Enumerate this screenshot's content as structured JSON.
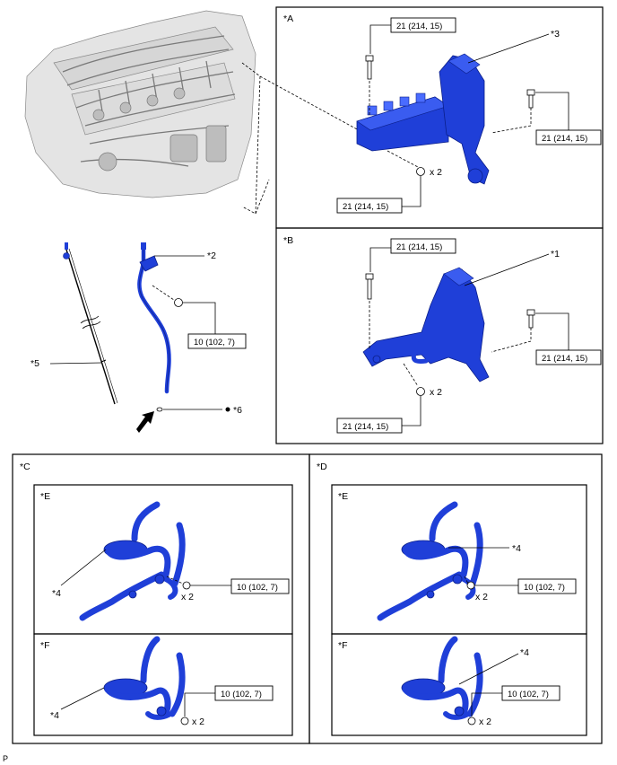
{
  "torque_21": "21 (214, 15)",
  "torque_10": "10 (102, 7)",
  "qty_x2": "x 2",
  "panels": {
    "A": "*A",
    "B": "*B",
    "C": "*C",
    "D": "*D",
    "E": "*E",
    "F": "*F"
  },
  "callouts": {
    "c1": "*1",
    "c2": "*2",
    "c3": "*3",
    "c4": "*4",
    "c5": "*5",
    "c6": "*6"
  },
  "bullet": "●",
  "footer": "P",
  "colors": {
    "part_blue": "#1f3fd8",
    "part_dark": "#0b1f8a",
    "engine_gray": "#e4e4e4"
  }
}
